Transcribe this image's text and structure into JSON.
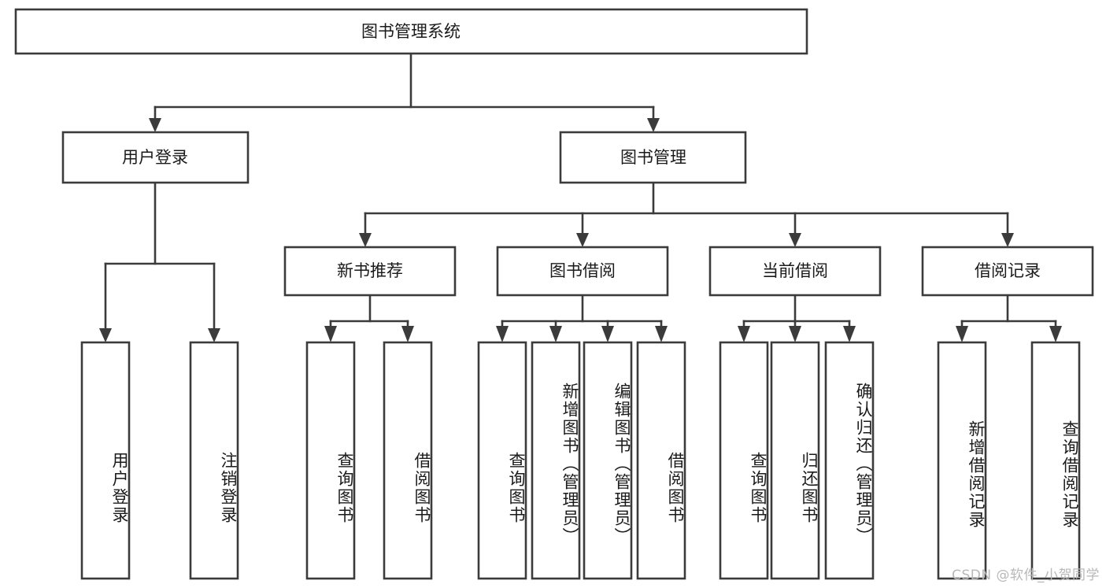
{
  "diagram": {
    "type": "tree-hierarchy",
    "title": "图书管理系统",
    "orientation": "top-down",
    "colors": {
      "stroke": "#3b3b3b",
      "fill": "#ffffff",
      "text": "#1a1a1a",
      "watermark": "#b8b8b8",
      "background": "#ffffff"
    },
    "levels": [
      {
        "level": 1,
        "nodes": [
          {
            "id": "root",
            "label": "图书管理系统",
            "text_orientation": "horizontal"
          }
        ]
      },
      {
        "level": 2,
        "nodes": [
          {
            "id": "user-login",
            "label": "用户登录",
            "text_orientation": "horizontal",
            "parent": "root"
          },
          {
            "id": "book-manage",
            "label": "图书管理",
            "text_orientation": "horizontal",
            "parent": "root"
          }
        ]
      },
      {
        "level": 3,
        "nodes": [
          {
            "id": "new-book-rec",
            "label": "新书推荐",
            "text_orientation": "horizontal",
            "parent": "book-manage"
          },
          {
            "id": "book-borrow",
            "label": "图书借阅",
            "text_orientation": "horizontal",
            "parent": "book-manage"
          },
          {
            "id": "current-borrow",
            "label": "当前借阅",
            "text_orientation": "horizontal",
            "parent": "book-manage"
          },
          {
            "id": "borrow-record",
            "label": "借阅记录",
            "text_orientation": "horizontal",
            "parent": "book-manage"
          }
        ]
      },
      {
        "level": 4,
        "nodes": [
          {
            "id": "leaf-1",
            "label": "用户登录",
            "text_orientation": "vertical",
            "parent": "user-login"
          },
          {
            "id": "leaf-2",
            "label": "注销登录",
            "text_orientation": "vertical",
            "parent": "user-login"
          },
          {
            "id": "leaf-3",
            "label": "查询图书",
            "text_orientation": "vertical",
            "parent": "new-book-rec"
          },
          {
            "id": "leaf-4",
            "label": "借阅图书",
            "text_orientation": "vertical",
            "parent": "new-book-rec"
          },
          {
            "id": "leaf-5",
            "label": "查询图书",
            "text_orientation": "vertical",
            "parent": "book-borrow"
          },
          {
            "id": "leaf-6",
            "label": "新增图书（管理员）",
            "text_orientation": "vertical",
            "parent": "book-borrow"
          },
          {
            "id": "leaf-7",
            "label": "编辑图书（管理员）",
            "text_orientation": "vertical",
            "parent": "book-borrow"
          },
          {
            "id": "leaf-8",
            "label": "借阅图书",
            "text_orientation": "vertical",
            "parent": "book-borrow"
          },
          {
            "id": "leaf-9",
            "label": "查询图书",
            "text_orientation": "vertical",
            "parent": "current-borrow"
          },
          {
            "id": "leaf-10",
            "label": "归还图书",
            "text_orientation": "vertical",
            "parent": "current-borrow"
          },
          {
            "id": "leaf-11",
            "label": "确认归还（管理员）",
            "text_orientation": "vertical",
            "parent": "current-borrow"
          },
          {
            "id": "leaf-12",
            "label": "新增借阅记录",
            "text_orientation": "vertical",
            "parent": "borrow-record"
          },
          {
            "id": "leaf-13",
            "label": "查询借阅记录",
            "text_orientation": "vertical",
            "parent": "borrow-record"
          }
        ]
      }
    ],
    "watermark": "CSDN @软件_小贺同学"
  }
}
